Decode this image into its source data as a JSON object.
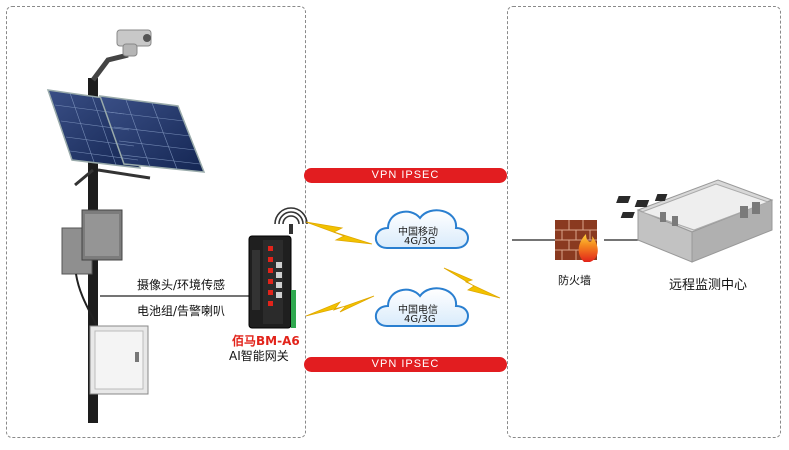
{
  "vpn": {
    "top_label": "VPN IPSEC",
    "bottom_label": "VPN IPSEC"
  },
  "left": {
    "sensor_label": "摄像头/环境传感",
    "battery_label": "电池组/告警喇叭"
  },
  "gateway": {
    "model_label": "佰马BM-A6",
    "desc_label": "AI智能网关",
    "model_color": "#e2231a"
  },
  "clouds": [
    {
      "name": "中国移动",
      "network": "4G/3G"
    },
    {
      "name": "中国电信",
      "network": "4G/3G"
    }
  ],
  "firewall": {
    "label": "防火墙"
  },
  "center": {
    "label": "远程监测中心"
  },
  "colors": {
    "vpn_bar": "#e21d20",
    "lightning": "#f2c200",
    "cloud_stroke": "#2a7fd0"
  }
}
